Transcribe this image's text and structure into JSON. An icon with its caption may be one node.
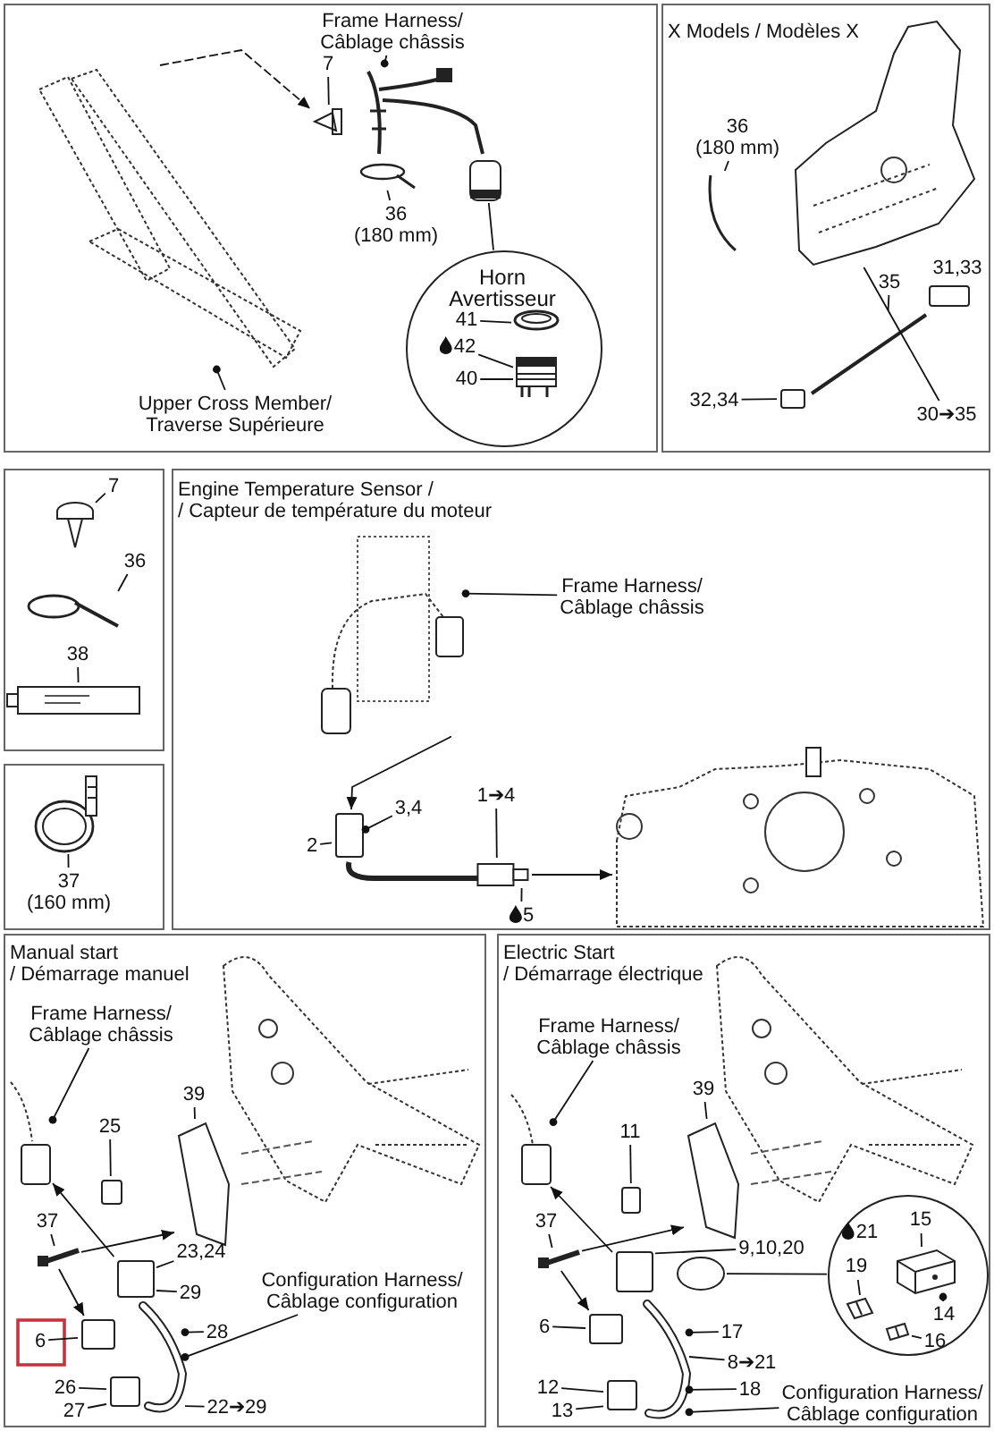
{
  "diagram": {
    "nodes": [
      {
        "text": [],
        "shape": "box"
      },
      {
        "text": [
          "Frame Harness/ Câblage châssis"
        ],
        "in": 0
      },
      {
        "text": [
          "7"
        ],
        "in": 0
      },
      {
        "text": [
          "36 (180 mm)"
        ],
        "in": 0
      },
      {
        "text": [
          "Upper Cross Member/ Traverse Supérieure"
        ],
        "in": 0
      },
      {
        "text": [
          "Horn Avertisseur"
        ],
        "in": 0
      },
      {
        "text": [
          "41"
        ],
        "in": 5
      },
      {
        "text": [
          "42"
        ],
        "in": 5
      },
      {
        "text": [
          "40"
        ],
        "in": 5
      },
      {
        "text": [
          "X Models / Modèles X"
        ]
      },
      {
        "text": [
          "36 (180 mm)"
        ],
        "in": 9
      },
      {
        "text": [
          "31,33"
        ],
        "in": 9
      },
      {
        "text": [
          "35"
        ],
        "in": 9
      },
      {
        "text": [
          "30➔35"
        ],
        "in": 9
      },
      {
        "text": [
          "32,34"
        ],
        "in": 9
      },
      {
        "text": [],
        "shape": "box"
      },
      {
        "text": [
          "7"
        ],
        "in": 15
      },
      {
        "text": [
          "36"
        ],
        "in": 15
      },
      {
        "text": [
          "38"
        ],
        "in": 15
      },
      {
        "text": [],
        "shape": "box"
      },
      {
        "text": [
          "37 (160 mm)"
        ],
        "in": 19
      },
      {
        "text": [
          "Engine Temperature Sensor / / Capteur de température du moteur"
        ]
      },
      {
        "text": [
          "Frame Harness/ Câblage châssis"
        ],
        "in": 21
      },
      {
        "text": [
          "1➔4"
        ],
        "in": 21
      },
      {
        "text": [
          "3,4"
        ],
        "in": 21
      },
      {
        "text": [
          "2"
        ],
        "in": 21
      },
      {
        "text": [
          "5"
        ],
        "in": 21
      },
      {
        "text": [
          "Manual start / Démarrage manuel"
        ]
      },
      {
        "text": [
          "Frame Harness/ Câblage châssis"
        ],
        "in": 27
      },
      {
        "text": [
          "39"
        ],
        "in": 27
      },
      {
        "text": [
          "25"
        ],
        "in": 27
      },
      {
        "text": [
          "37"
        ],
        "in": 27
      },
      {
        "text": [
          "23,24"
        ],
        "in": 27
      },
      {
        "text": [
          "29"
        ],
        "in": 27
      },
      {
        "text": [
          "Configuration Harness/ Câblage configuration"
        ],
        "in": 27
      },
      {
        "text": [
          "28"
        ],
        "in": 27
      },
      {
        "text": [
          "6"
        ],
        "in": 27
      },
      {
        "text": [
          "26"
        ],
        "in": 27
      },
      {
        "text": [
          "22➔29"
        ],
        "in": 27
      },
      {
        "text": [
          "27"
        ],
        "in": 27
      },
      {
        "text": [
          "Electric Start / Démarrage électrique"
        ]
      },
      {
        "text": [
          "Frame Harness/ Câblage châssis"
        ],
        "in": 40
      },
      {
        "text": [
          "39"
        ],
        "in": 40
      },
      {
        "text": [
          "11"
        ],
        "in": 40
      },
      {
        "text": [
          "37"
        ],
        "in": 40
      },
      {
        "text": [
          "9,10,20"
        ],
        "in": 40
      },
      {
        "text": [],
        "shape": "circle",
        "in": 40
      },
      {
        "text": [
          "21"
        ],
        "in": 46
      },
      {
        "text": [
          "15"
        ],
        "in": 46
      },
      {
        "text": [
          "19"
        ],
        "in": 46
      },
      {
        "text": [
          "14"
        ],
        "in": 46
      },
      {
        "text": [
          "16"
        ],
        "in": 46
      },
      {
        "text": [
          "6"
        ],
        "in": 40
      },
      {
        "text": [
          "17"
        ],
        "in": 40
      },
      {
        "text": [
          "8➔21"
        ],
        "in": 40
      },
      {
        "text": [
          "12"
        ],
        "in": 40
      },
      {
        "text": [
          "18"
        ],
        "in": 40
      },
      {
        "text": [
          "13"
        ],
        "in": 40
      },
      {
        "text": [
          "Configuration Harness/ Câblage configuration"
        ],
        "in": 40
      },
      {
        "text": [],
        "shape": "picture",
        "in": 0
      },
      {
        "text": [],
        "shape": "picture",
        "in": 0
      },
      {
        "text": [],
        "shape": "picture",
        "in": 0
      },
      {
        "text": [],
        "shape": "picture",
        "in": 0
      },
      {
        "text": [],
        "shape": "picture",
        "in": 0
      },
      {
        "text": [],
        "shape": "picture",
        "in": 5
      },
      {
        "text": [],
        "shape": "picture",
        "in": 5
      },
      {
        "text": [],
        "shape": "picture",
        "in": 9
      },
      {
        "text": [],
        "shape": "picture",
        "in": 9
      },
      {
        "text": [],
        "shape": "box",
        "in": 9
      },
      {
        "text": [],
        "shape": "picture",
        "in": 9
      },
      {
        "text": [],
        "shape": "box",
        "in": 9
      },
      {
        "text": [],
        "shape": "picture",
        "in": 15
      },
      {
        "text": [],
        "shape": "picture",
        "in": 15
      },
      {
        "text": [],
        "shape": "picture",
        "in": 15
      },
      {
        "text": [],
        "shape": "picture",
        "in": 19
      },
      {
        "text": [],
        "shape": "picture",
        "in": 21
      },
      {
        "text": [],
        "shape": "box",
        "in": 21
      },
      {
        "text": [],
        "shape": "picture",
        "in": 21
      },
      {
        "text": [],
        "shape": "picture",
        "in": 21
      },
      {
        "text": [],
        "shape": "picture",
        "in": 27
      },
      {
        "text": [],
        "shape": "picture",
        "in": 27
      },
      {
        "text": [],
        "shape": "box",
        "in": 27
      },
      {
        "text": [],
        "shape": "picture",
        "in": 27
      },
      {
        "text": [],
        "shape": "box",
        "in": 27
      },
      {
        "text": [],
        "shape": "box",
        "in": 27
      },
      {
        "text": [],
        "shape": "picture",
        "in": 27
      },
      {
        "text": [],
        "shape": "box",
        "in": 27
      },
      {
        "text": [],
        "shape": "picture",
        "in": 40
      },
      {
        "text": [],
        "shape": "picture",
        "in": 40
      },
      {
        "text": [],
        "shape": "box",
        "in": 40
      },
      {
        "text": [],
        "shape": "picture",
        "in": 40
      },
      {
        "text": [],
        "shape": "box",
        "in": 40
      },
      {
        "text": [],
        "shape": "circle",
        "in": 40
      },
      {
        "text": [],
        "shape": "picture",
        "in": 40
      },
      {
        "text": [],
        "shape": "box",
        "in": 40
      },
      {
        "text": [],
        "shape": "box",
        "in": 40
      },
      {
        "text": [],
        "shape": "picture",
        "in": 46
      },
      {
        "text": [],
        "shape": "picture",
        "in": 46
      },
      {
        "text": [],
        "shape": "picture",
        "in": 46
      }
    ],
    "edges": [
      {
        "from": 1,
        "to": 61,
        "arrow": "other"
      },
      {
        "from": 2,
        "to": 60,
        "arrow": "none"
      },
      {
        "from": 3,
        "to": 62,
        "arrow": "none"
      },
      {
        "from": 4,
        "to": 59,
        "arrow": "other"
      },
      {
        "from": 5,
        "to": 63,
        "arrow": "none"
      },
      {
        "from": 6,
        "to": 64,
        "arrow": "none"
      },
      {
        "from": 7,
        "to": 65,
        "arrow": "none"
      },
      {
        "from": 8,
        "to": 65,
        "arrow": "none"
      },
      {
        "from": 10,
        "to": 67,
        "arrow": "none"
      },
      {
        "from": 12,
        "to": 69,
        "arrow": "none"
      },
      {
        "from": 13,
        "to": 66,
        "arrow": "none"
      },
      {
        "from": 14,
        "to": 70,
        "arrow": "none"
      },
      {
        "from": 16,
        "to": 71,
        "arrow": "none"
      },
      {
        "from": 17,
        "to": 72,
        "arrow": "none"
      },
      {
        "from": 18,
        "to": 73,
        "arrow": "none"
      },
      {
        "from": 20,
        "to": 74,
        "arrow": "none"
      },
      {
        "from": 22,
        "to": 75,
        "arrow": "other"
      },
      {
        "from": 23,
        "to": 77,
        "arrow": "none"
      },
      {
        "from": 24,
        "to": 76,
        "arrow": "other"
      },
      {
        "from": 25,
        "to": 76,
        "arrow": "none"
      },
      {
        "from": 26,
        "to": 77,
        "arrow": "none"
      },
      {
        "from": 28,
        "to": 79,
        "arrow": "other"
      },
      {
        "from": 29,
        "to": 80,
        "arrow": "none"
      },
      {
        "from": 30,
        "to": 81,
        "arrow": "none"
      },
      {
        "from": 31,
        "to": 82,
        "arrow": "none"
      },
      {
        "from": 32,
        "to": 83,
        "arrow": "none"
      },
      {
        "from": 33,
        "to": 83,
        "arrow": "none"
      },
      {
        "from": 34,
        "to": 85,
        "arrow": "other"
      },
      {
        "from": 35,
        "to": 85,
        "arrow": "other"
      },
      {
        "from": 36,
        "to": 84,
        "arrow": "none"
      },
      {
        "from": 37,
        "to": 86,
        "arrow": "none"
      },
      {
        "from": 38,
        "to": 85,
        "arrow": "none"
      },
      {
        "from": 39,
        "to": 86,
        "arrow": "none"
      },
      {
        "from": 41,
        "to": 87,
        "arrow": "other"
      },
      {
        "from": 42,
        "to": 88,
        "arrow": "none"
      },
      {
        "from": 43,
        "to": 89,
        "arrow": "none"
      },
      {
        "from": 44,
        "to": 90,
        "arrow": "none"
      },
      {
        "from": 45,
        "to": 91,
        "arrow": "none"
      },
      {
        "from": 46,
        "to": 92,
        "arrow": "none"
      },
      {
        "from": 48,
        "to": 96,
        "arrow": "none"
      },
      {
        "from": 49,
        "to": 97,
        "arrow": "none"
      },
      {
        "from": 50,
        "to": 96,
        "arrow": "other"
      },
      {
        "from": 51,
        "to": 98,
        "arrow": "none"
      },
      {
        "from": 52,
        "to": 94,
        "arrow": "none"
      },
      {
        "from": 53,
        "to": 93,
        "arrow": "other"
      },
      {
        "from": 54,
        "to": 93,
        "arrow": "none"
      },
      {
        "from": 55,
        "to": 95,
        "arrow": "none"
      },
      {
        "from": 56,
        "to": 93,
        "arrow": "other"
      },
      {
        "from": 57,
        "to": 95,
        "arrow": "none"
      },
      {
        "from": 58,
        "to": 93,
        "arrow": "other"
      },
      {
        "from": 59,
        "to": 60,
        "arrow": "to",
        "style": "dashed"
      },
      {
        "from": 75,
        "to": 76,
        "arrow": "to"
      },
      {
        "from": 77,
        "to": 78,
        "arrow": "to"
      },
      {
        "from": 83,
        "to": 79,
        "arrow": "to"
      },
      {
        "from": 82,
        "to": 80,
        "arrow": "to"
      },
      {
        "from": 82,
        "to": 84,
        "arrow": "to"
      },
      {
        "from": 91,
        "to": 87,
        "arrow": "to"
      },
      {
        "from": 90,
        "to": 88,
        "arrow": "to"
      },
      {
        "from": 90,
        "to": 94,
        "arrow": "to"
      }
    ]
  }
}
